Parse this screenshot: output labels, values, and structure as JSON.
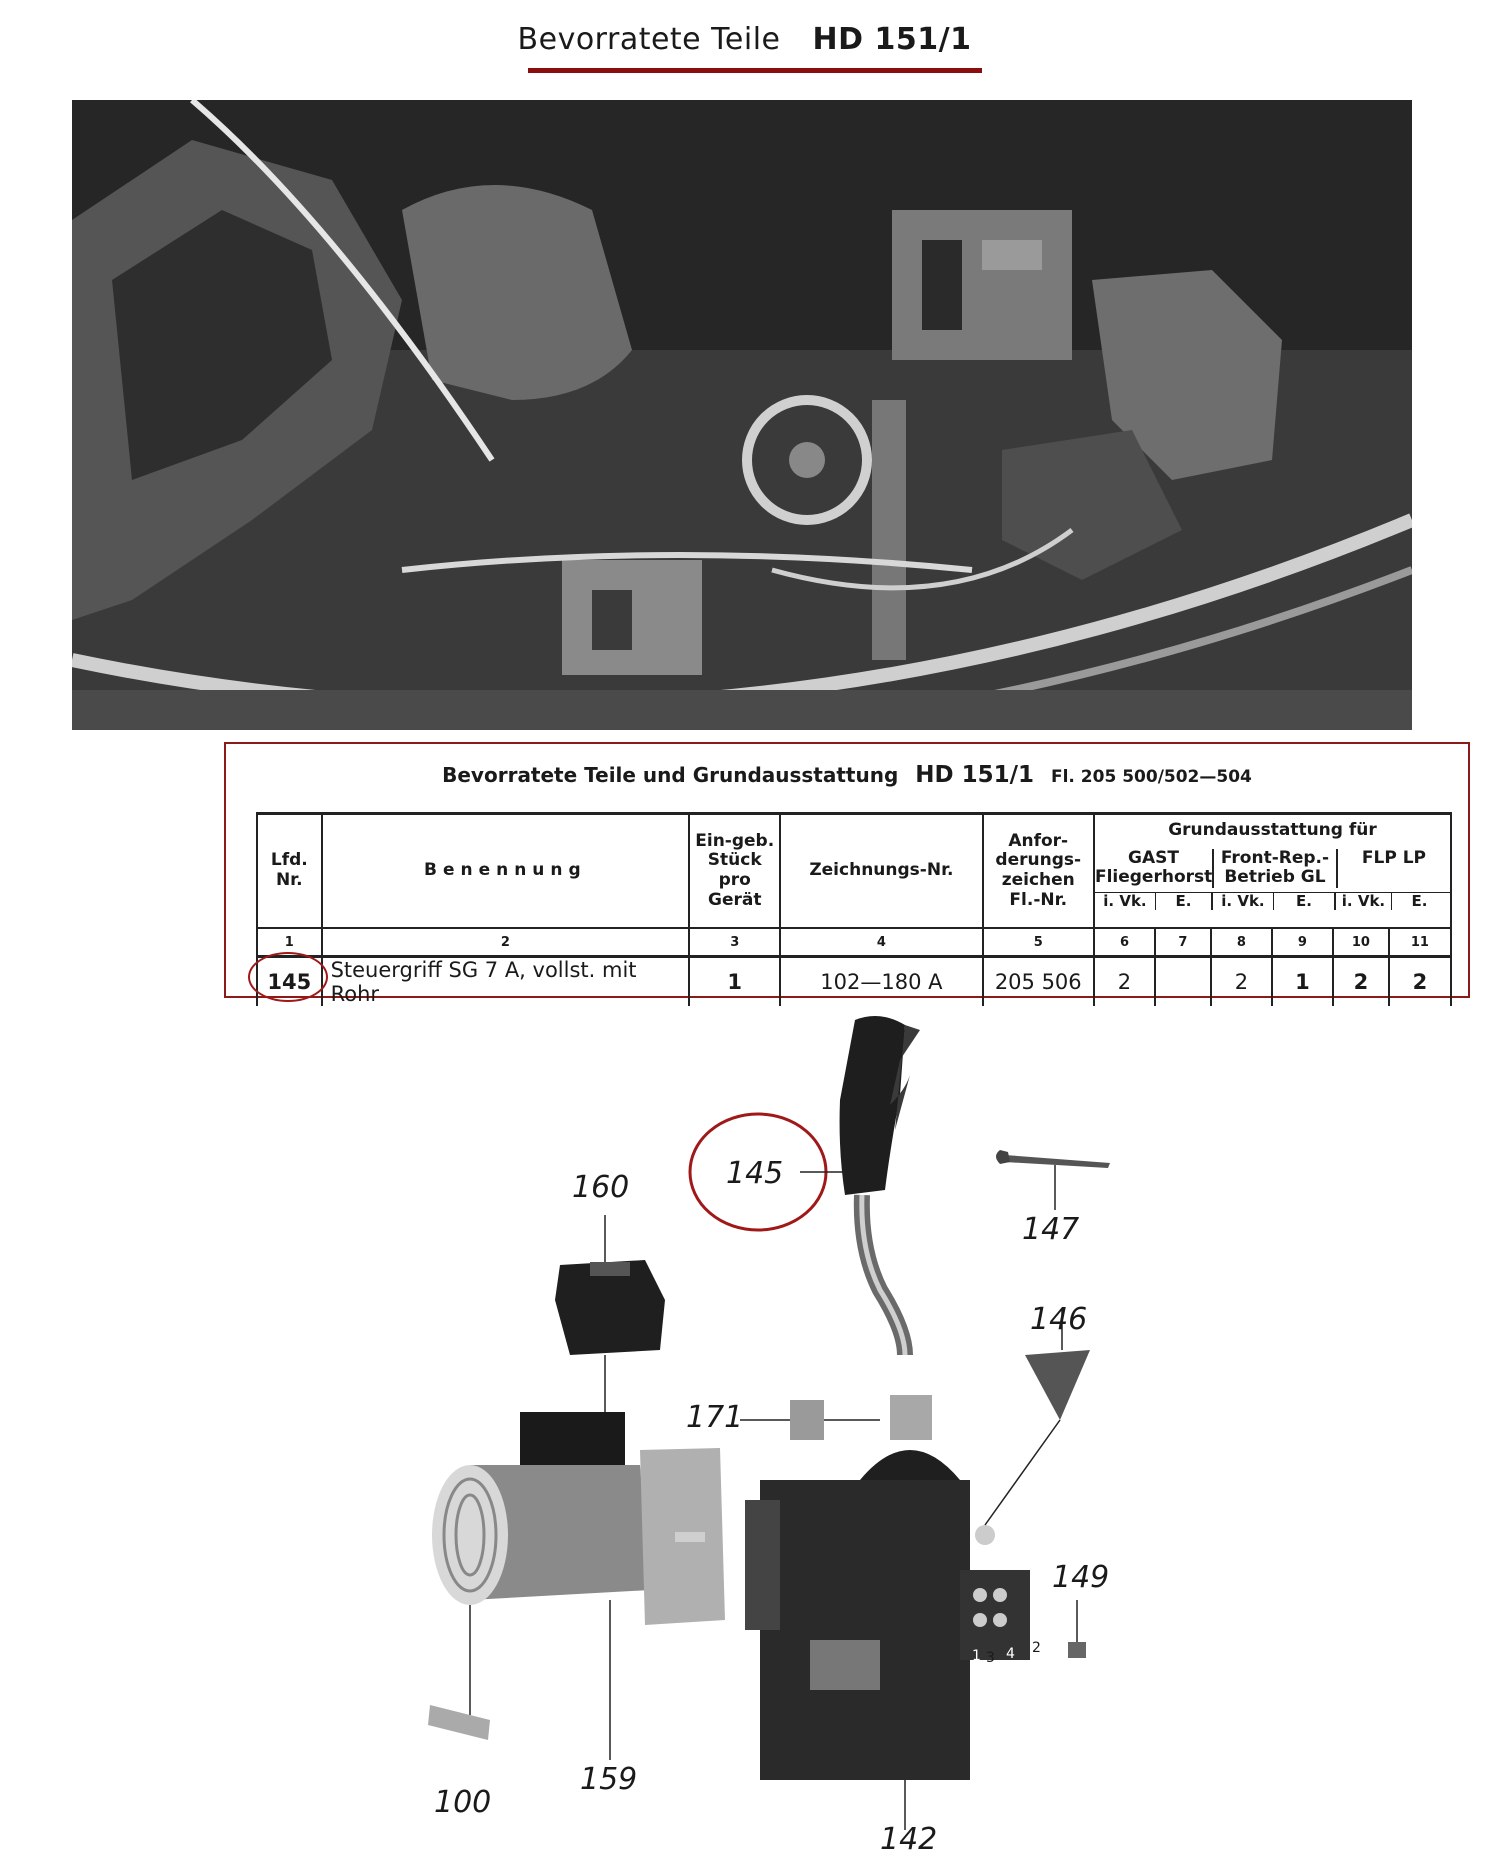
{
  "header": {
    "title_light": "Bevorratete Teile",
    "title_bold": "HD 151/1"
  },
  "table": {
    "caption_main": "Bevorratete Teile und Grundausstattung",
    "caption_model": "HD 151/1",
    "caption_ref": "Fl. 205 500/502—504",
    "columns": {
      "lfd": "Lfd. Nr.",
      "benennung": "Benennung",
      "stueck": "Ein-geb. Stück pro Gerät",
      "zeichnung": "Zeichnungs-Nr.",
      "anford": "Anfor-derungs-zeichen Fl.-Nr.",
      "grund": "Grundausstattung für",
      "gast": "GAST Fliegerhorst",
      "front": "Front-Rep.- Betrieb GL",
      "flp": "FLP LP",
      "ivk": "i. Vk.",
      "e": "E."
    },
    "column_numbers": [
      "1",
      "2",
      "3",
      "4",
      "5",
      "6",
      "7",
      "8",
      "9",
      "10",
      "11"
    ],
    "row": {
      "lfd": "145",
      "benennung": "Steuergriff SG 7 A, vollst. mit Rohr",
      "stueck": "1",
      "zeichnung": "102—180 A",
      "anford": "205 506",
      "gast_ivk": "2",
      "gast_e": "",
      "front_ivk": "2",
      "front_e": "1",
      "flp_ivk": "2",
      "flp_e": "2"
    }
  },
  "diagram": {
    "labels": [
      "145",
      "147",
      "160",
      "146",
      "171",
      "149",
      "100",
      "159",
      "142"
    ],
    "small_digits": [
      "1",
      "3",
      "4",
      "2"
    ],
    "highlight_color": "#a01818"
  }
}
